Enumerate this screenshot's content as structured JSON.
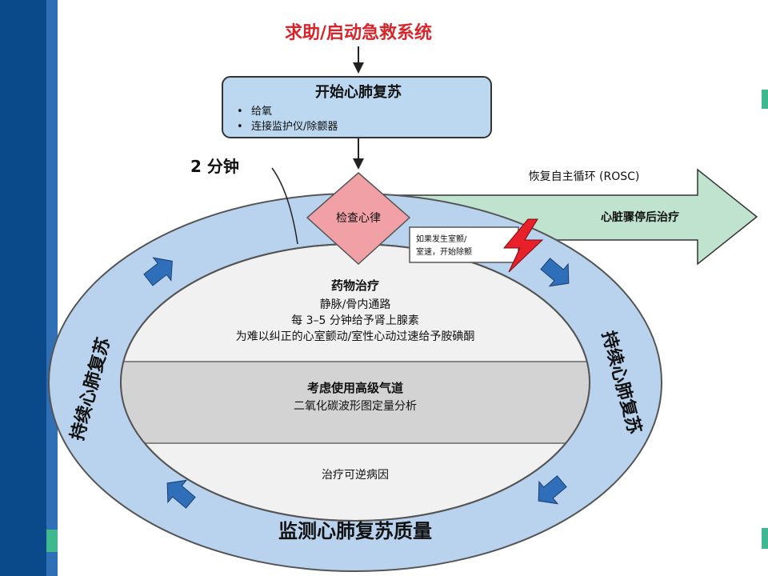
{
  "diagram": {
    "top_label": "求助/启动急救系统",
    "start_box": {
      "title": "开始心肺复苏",
      "bullets": [
        "给氧",
        "连接监护仪/除颤器"
      ]
    },
    "two_min": "2 分钟",
    "check_rhythm": "检查心律",
    "rosc_label": "恢复自主循环 (ROSC)",
    "post_arrest": "心脏骤停后治疗",
    "shock_note": [
      "如果发生室颤/",
      "室速，开始除颤"
    ],
    "drug_section": {
      "title": "药物治疗",
      "lines": [
        "静脉/骨内通路",
        "每 3–5 分钟给予肾上腺素",
        "为难以纠正的心室颤动/室性心动过速给予胺碘酮"
      ]
    },
    "airway_section": {
      "title": "考虑使用高级气道",
      "line": "二氧化碳波形图定量分析"
    },
    "reversible": "治疗可逆病因",
    "ring_left": "持续心肺复苏",
    "ring_right": "持续心肺复苏",
    "ring_bottom": "监测心肺复苏质量"
  },
  "colors": {
    "red_text": "#d7262b",
    "box_fill": "#bcd8f0",
    "ring_fill": "#b9d3ee",
    "arrow_blue": "#2f6eb8",
    "diamond_fill": "#f1a1a6",
    "green_arrow": "#bfe3cf",
    "sidebar": "#0b4a8a"
  }
}
